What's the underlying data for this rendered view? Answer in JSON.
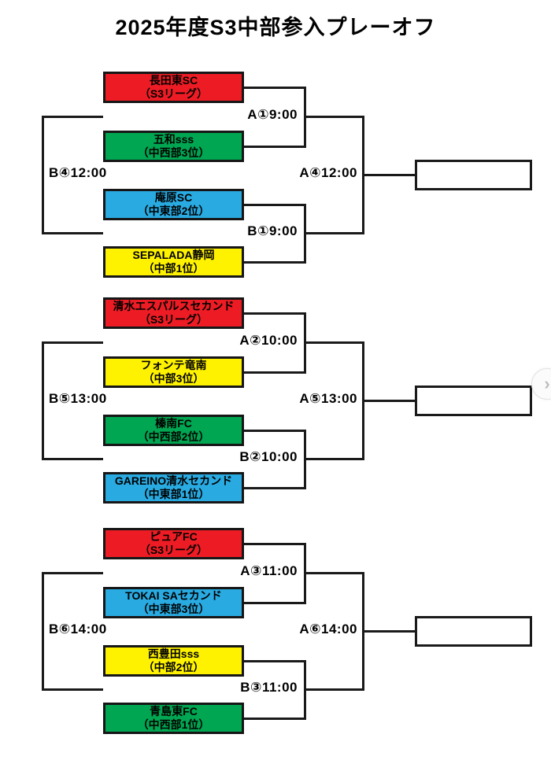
{
  "title": "2025年度S3中部参入プレーオフ",
  "colors": {
    "red": "#ED1C24",
    "green": "#00A651",
    "blue": "#29ABE2",
    "yellow": "#FFF200",
    "line": "#1A1A1A"
  },
  "groups": [
    {
      "left_match_label": "B④12:00",
      "right_match_label": "A④12:00",
      "semi_a_label": "A①9:00",
      "semi_b_label": "B①9:00",
      "teams": [
        {
          "name": "長田東SC",
          "rank": "（S3リーグ）",
          "color": "red"
        },
        {
          "name": "五和sss",
          "rank": "（中西部3位）",
          "color": "green"
        },
        {
          "name": "庵原SC",
          "rank": "（中東部2位）",
          "color": "blue"
        },
        {
          "name": "SEPALADA静岡",
          "rank": "（中部1位）",
          "color": "yellow"
        }
      ]
    },
    {
      "left_match_label": "B⑤13:00",
      "right_match_label": "A⑤13:00",
      "semi_a_label": "A②10:00",
      "semi_b_label": "B②10:00",
      "teams": [
        {
          "name": "清水エスパルスセカンド",
          "rank": "（S3リーグ）",
          "color": "red"
        },
        {
          "name": "フォンテ竜南",
          "rank": "（中部3位）",
          "color": "yellow"
        },
        {
          "name": "榛南FC",
          "rank": "（中西部2位）",
          "color": "green"
        },
        {
          "name": "GAREINO清水セカンド",
          "rank": "（中東部1位）",
          "color": "blue"
        }
      ]
    },
    {
      "left_match_label": "B⑥14:00",
      "right_match_label": "A⑥14:00",
      "semi_a_label": "A③11:00",
      "semi_b_label": "B③11:00",
      "teams": [
        {
          "name": "ピュアFC",
          "rank": "（S3リーグ）",
          "color": "red"
        },
        {
          "name": "TOKAI SAセカンド",
          "rank": "（中東部3位）",
          "color": "blue"
        },
        {
          "name": "西豊田sss",
          "rank": "（中部2位）",
          "color": "yellow"
        },
        {
          "name": "青島東FC",
          "rank": "（中西部1位）",
          "color": "green"
        }
      ]
    }
  ],
  "overlay": {
    "next_glyph": "›"
  }
}
